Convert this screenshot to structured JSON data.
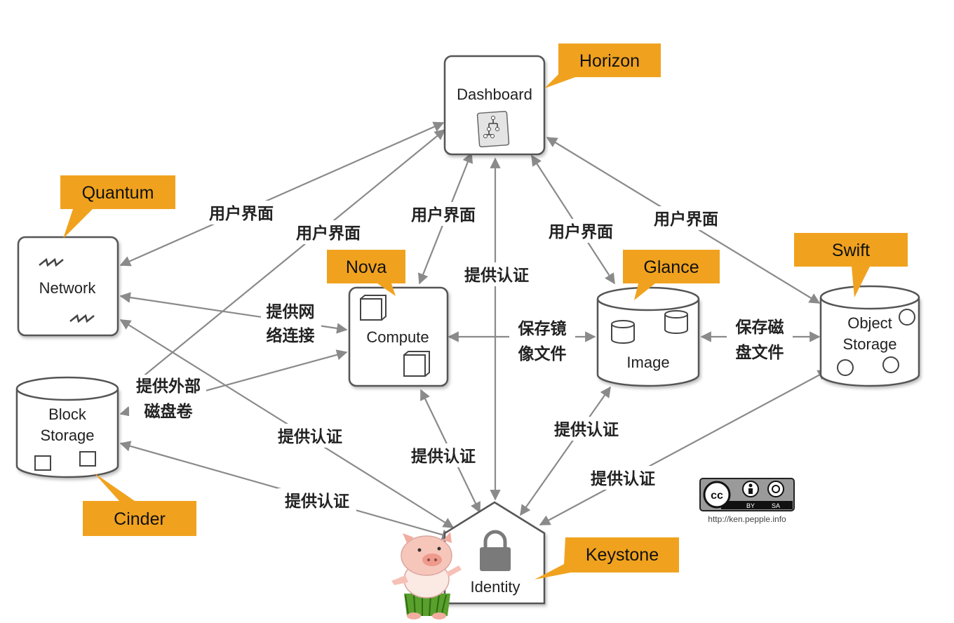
{
  "colors": {
    "accent": "#f0a21f",
    "arrow": "#8a8a8a",
    "node_border": "#555555",
    "text": "#222222"
  },
  "nodes": {
    "dashboard": {
      "label": "Dashboard",
      "icon": "sitemap-icon"
    },
    "network": {
      "label": "Network",
      "icon": "lightning-icon"
    },
    "compute": {
      "label": "Compute",
      "icon": "server-icon"
    },
    "image": {
      "label": "Image",
      "icon": "disk-icon"
    },
    "object_storage": {
      "label_line1": "Object",
      "label_line2": "Storage"
    },
    "block_storage": {
      "label_line1": "Block",
      "label_line2": "Storage"
    },
    "identity": {
      "label": "Identity",
      "icon": "lock-icon"
    }
  },
  "tags": {
    "horizon": "Horizon",
    "quantum": "Quantum",
    "nova": "Nova",
    "glance": "Glance",
    "swift": "Swift",
    "cinder": "Cinder",
    "keystone": "Keystone"
  },
  "edges": {
    "ui_network": "用户界面",
    "ui_block": "用户界面",
    "ui_compute": "用户界面",
    "ui_image": "用户界面",
    "ui_object": "用户界面",
    "auth_dashboard": "提供认证",
    "net_conn_1": "提供网",
    "net_conn_2": "络连接",
    "ext_disk_1": "提供外部",
    "ext_disk_2": "磁盘卷",
    "save_image_1": "保存镜",
    "save_image_2": "像文件",
    "save_disk_1": "保存磁",
    "save_disk_2": "盘文件",
    "auth_network": "提供认证",
    "auth_compute": "提供认证",
    "auth_image": "提供认证",
    "auth_object": "提供认证",
    "auth_block": "提供认证"
  },
  "license": {
    "badge_cc": "cc",
    "badge_by": "BY",
    "badge_sa": "SA",
    "url": "http://ken.pepple.info"
  }
}
